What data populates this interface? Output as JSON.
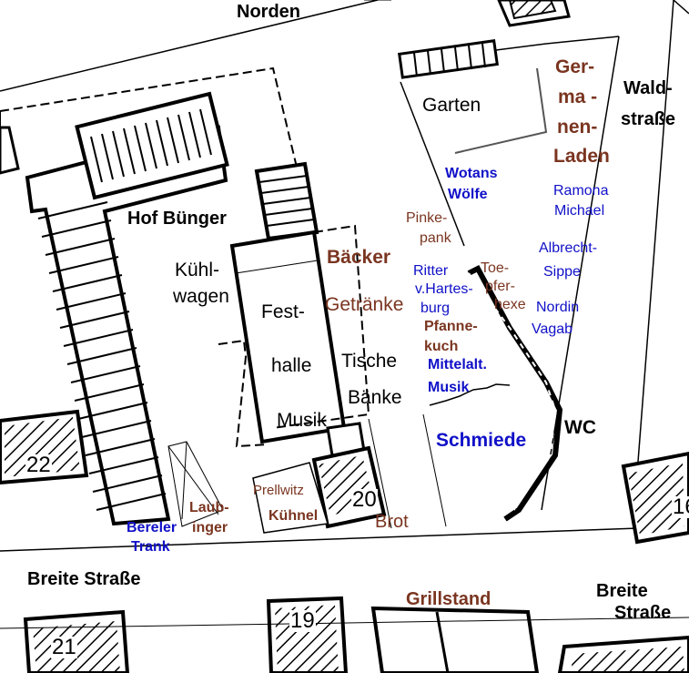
{
  "map": {
    "north": "Norden",
    "courtyard": "Hof Bünger",
    "garden": "Garten",
    "streets": {
      "wald_line1": "Wald-",
      "wald_line2": "straße",
      "breite_left": "Breite Straße",
      "breite_right_line1": "Breite",
      "breite_right_line2": "Straße"
    },
    "germanen_laden": [
      "Ger-",
      "ma -",
      "nen-",
      "Laden"
    ],
    "kuehlwagen": [
      "Kühl-",
      "wagen"
    ],
    "festhalle": [
      "Fest-",
      "halle"
    ],
    "musik": "Musik",
    "tische": "Tische",
    "baenke": "Bänke",
    "baecker": "Bäcker",
    "getraenke": "Getränke",
    "pinkepank": [
      "Pinke-",
      "pank"
    ],
    "wotans": [
      "Wotans",
      "Wölfe"
    ],
    "ramona": [
      "Ramona",
      "Michael"
    ],
    "albrecht": [
      "Albrecht-",
      "Sippe"
    ],
    "ritter": [
      "Ritter",
      "v.Hartes-",
      "burg"
    ],
    "toepferhexe": [
      "Toe-",
      "pfer-",
      "hexe"
    ],
    "nordin": [
      "Nordin",
      "Vagab"
    ],
    "pfannekuch": [
      "Pfanne-",
      "kuch"
    ],
    "mittelalt": [
      "Mittelalt.",
      "Musik"
    ],
    "schmiede": "Schmiede",
    "wc": "WC",
    "prellwitz": "Prellwitz",
    "kuehnel": "Kühnel",
    "brot": "Brot",
    "laubinger": [
      "Laub-",
      "inger"
    ],
    "bereler": [
      "Bereler",
      "Trank"
    ],
    "grillstand": "Grillstand",
    "house_numbers": [
      "22",
      "20",
      "21",
      "19",
      "16"
    ]
  },
  "colors": {
    "stall_brown": "#7a3520",
    "group_blue": "#1010c8",
    "ink": "#000000"
  }
}
